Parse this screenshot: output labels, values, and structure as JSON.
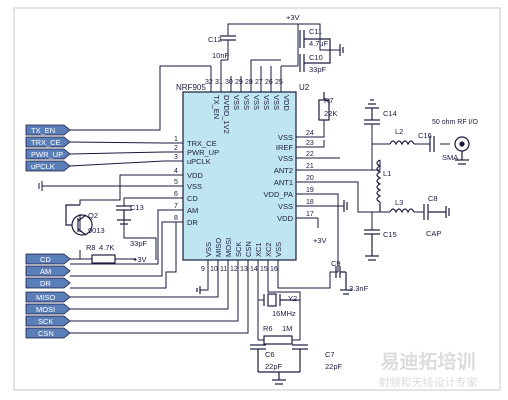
{
  "chip": {
    "ref": "U2",
    "part": "NRF905",
    "left_pins": [
      {
        "num": "1",
        "name": "TRX_CE"
      },
      {
        "num": "2",
        "name": "PWR_UP"
      },
      {
        "num": "3",
        "name": "uPCLK"
      },
      {
        "num": "4",
        "name": "VDD"
      },
      {
        "num": "5",
        "name": "VSS"
      },
      {
        "num": "6",
        "name": "CD"
      },
      {
        "num": "7",
        "name": "AM"
      },
      {
        "num": "8",
        "name": "DR"
      }
    ],
    "right_pins": [
      {
        "num": "24",
        "name": "VSS"
      },
      {
        "num": "23",
        "name": "IREF"
      },
      {
        "num": "22",
        "name": "VSS"
      },
      {
        "num": "21",
        "name": "ANT2"
      },
      {
        "num": "20",
        "name": "ANT1"
      },
      {
        "num": "19",
        "name": "VDD_PA"
      },
      {
        "num": "18",
        "name": "VSS"
      },
      {
        "num": "17",
        "name": "VDD"
      }
    ],
    "top_pins": [
      {
        "num": "32",
        "name": "TX_EN"
      },
      {
        "num": "31",
        "name": "DVDD_1V2"
      },
      {
        "num": "30",
        "name": "VSS"
      },
      {
        "num": "29",
        "name": "VSS"
      },
      {
        "num": "28",
        "name": "VSS"
      },
      {
        "num": "27",
        "name": "VSS"
      },
      {
        "num": "26",
        "name": "VSS"
      },
      {
        "num": "25",
        "name": "VDD"
      }
    ],
    "bottom_pins": [
      {
        "num": "9",
        "name": "VSS"
      },
      {
        "num": "10",
        "name": "MISO"
      },
      {
        "num": "11",
        "name": "MOSI"
      },
      {
        "num": "12",
        "name": "SCK"
      },
      {
        "num": "13",
        "name": "CSN"
      },
      {
        "num": "14",
        "name": "XC1"
      },
      {
        "num": "15",
        "name": "XC2"
      },
      {
        "num": "16",
        "name": "VSS"
      }
    ]
  },
  "ports_top": [
    "TX_EN",
    "TRX_CE",
    "PWR_UP",
    "uPCLK"
  ],
  "ports_mid": [
    "CD",
    "AM",
    "DR"
  ],
  "ports_bottom": [
    "MISO",
    "MOSI",
    "SCK",
    "CSN"
  ],
  "parts": {
    "c12_ref": "C12",
    "c12_val": "10nF",
    "c11_ref": "C11",
    "c11_val": "4.7uF",
    "c10_ref": "C10",
    "c10_val": "33pF",
    "top_supply": "+3V",
    "r7_ref": "R7",
    "r7_val": "22K",
    "c14_ref": "C14",
    "l2_ref": "L2",
    "c16_ref": "C16",
    "antenna_label": "50 ohm RF I/O",
    "sma_label": "SMA",
    "l1_ref": "L1",
    "l3_ref": "L3",
    "c8_ref": "C8",
    "c8_val": "CAP",
    "c15_ref": "C15",
    "right_supply": "+3V",
    "c9_ref": "C9",
    "c9_val": "3.3nF",
    "y2_ref": "Y2",
    "y2_val": "16MHz",
    "r6_ref": "R6",
    "r6_val": "1M",
    "c6_ref": "C6",
    "c6_val": "22pF",
    "c7_ref": "C7",
    "c7_val": "22pF",
    "q2_ref": "Q2",
    "q2_val": "9013",
    "c13_ref": "C13",
    "c13_val": "33pF",
    "r8_ref": "R8",
    "r8_val": "4.7K",
    "left_supply": "+3V"
  },
  "watermark": {
    "title": "易迪拓培训",
    "subtitle": "射频和天线设计专家"
  },
  "colors": {
    "wire": "#1a1a40",
    "chip_fill": "#bfe6f0",
    "port_fill": "#5a7fb8",
    "port_text": "#ffffff",
    "text": "#1a1a40",
    "watermark": "#dcdcdc",
    "border": "#c8c8c8"
  }
}
